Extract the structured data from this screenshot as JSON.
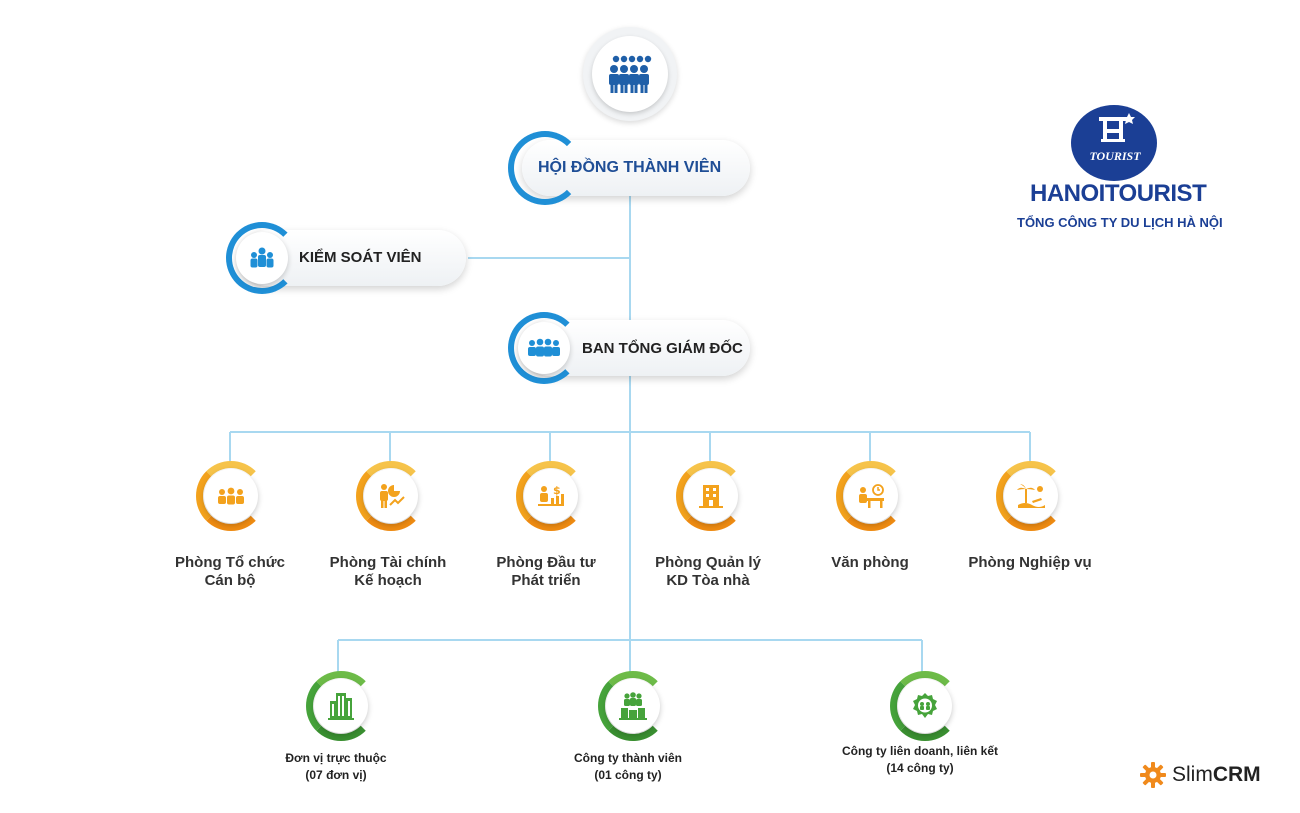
{
  "colors": {
    "line": "#a8d8f0",
    "blue_accent": "#1f8fd6",
    "icon_blue": "#1f5fa8",
    "orange": "#f3a21d",
    "green": "#46a33b",
    "brand_blue": "#1b3f95",
    "slim_orange": "#f08a1c"
  },
  "top_icon": "people-group-icon",
  "board": {
    "label": "HỘI ĐỒNG THÀNH VIÊN"
  },
  "supervisor": {
    "label": "KIỂM SOÁT VIÊN",
    "icon": "people-group-icon"
  },
  "management": {
    "label": "BAN TỔNG GIÁM ĐỐC",
    "icon": "team-icon"
  },
  "departments": [
    {
      "line1": "Phòng Tổ chức",
      "line2": "Cán bộ",
      "icon": "people-icon"
    },
    {
      "line1": "Phòng Tài chính",
      "line2": "Kế hoạch",
      "icon": "finance-chart-icon"
    },
    {
      "line1": "Phòng Đầu tư",
      "line2": "Phát triển",
      "icon": "investment-icon"
    },
    {
      "line1": "Phòng Quản lý",
      "line2": "KD Tòa nhà",
      "icon": "building-icon"
    },
    {
      "line1": "Văn phòng",
      "line2": "",
      "icon": "office-desk-icon"
    },
    {
      "line1": "Phòng Nghiệp vụ",
      "line2": "",
      "icon": "beach-travel-icon"
    }
  ],
  "units": [
    {
      "line1": "Đơn vị trực thuộc",
      "line2": "(07 đơn vị)",
      "icon": "skyscraper-icon"
    },
    {
      "line1": "Công ty thành viên",
      "line2": "(01 công ty)",
      "icon": "member-company-icon"
    },
    {
      "line1": "Công ty liên doanh, liên kết",
      "line2": "(14 công ty)",
      "icon": "partnership-badge-icon"
    }
  ],
  "brand": {
    "logo_text": "TOURIST",
    "name": "HANOITOURIST",
    "subtitle": "TỔNG CÔNG TY DU LỊCH HÀ NỘI"
  },
  "watermark": {
    "part1": "Slim",
    "part2": "CRM",
    "icon": "gear-icon"
  }
}
